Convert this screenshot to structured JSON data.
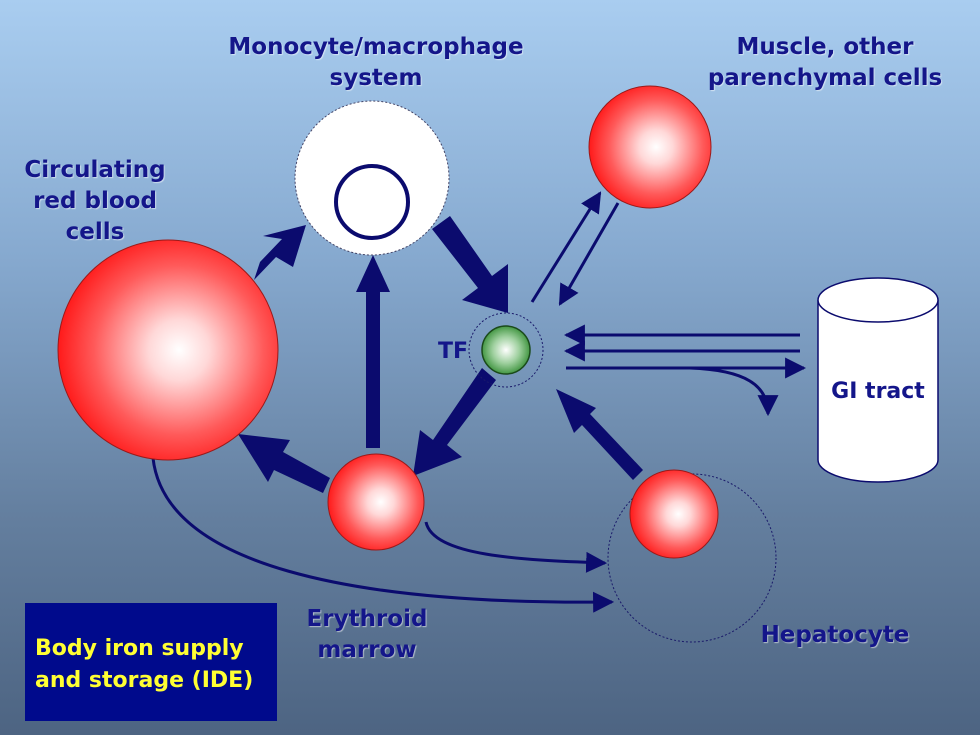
{
  "labels": {
    "monocyte": "Monocyte/macrophage\nsystem",
    "muscle": "Muscle, other\nparenchymal cells",
    "rbc": "Circulating\nred blood\ncells",
    "tf": "TF",
    "gi": "GI tract",
    "erythroid": "Erythroid\nmarrow",
    "hepatocyte": "Hepatocyte"
  },
  "legend": {
    "text": "Body iron supply\n and storage (IDE)"
  },
  "colors": {
    "label": "#14168a",
    "arrow": "#0b0b6e",
    "cell_red": "#ff2020",
    "tf_green": "#2f8a2f",
    "legend_bg": "#000a8c",
    "legend_text": "#ffff33"
  }
}
